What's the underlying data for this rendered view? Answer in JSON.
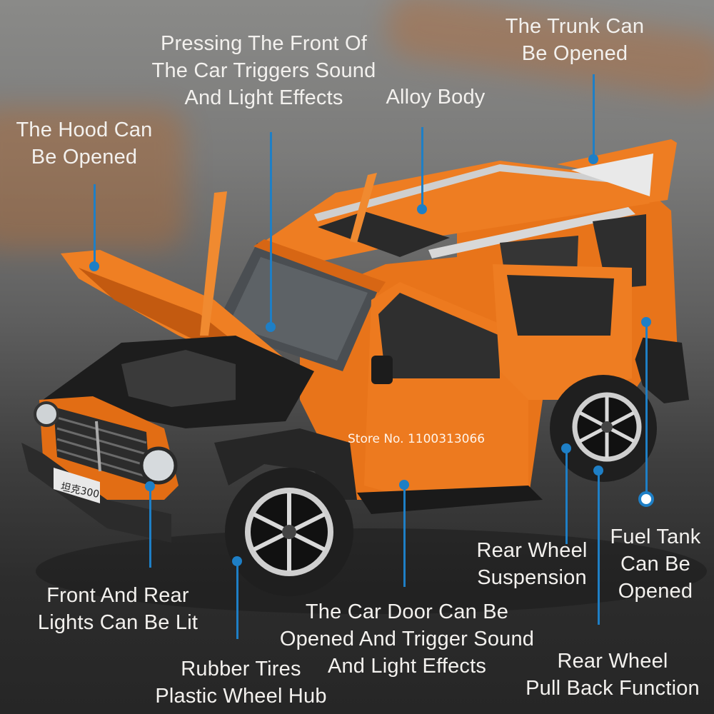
{
  "callouts": {
    "hood": "The Hood Can\nBe Opened",
    "front_press": "Pressing The Front Of\nThe Car Triggers Sound\nAnd Light Effects",
    "alloy": "Alloy Body",
    "trunk": "The Trunk Can\nBe Opened",
    "fuel": "Fuel Tank\nCan Be\nOpened",
    "suspension": "Rear Wheel\nSuspension",
    "pullback": "Rear Wheel\nPull Back Function",
    "door": "The Car Door Can Be\nOpened And Trigger Sound\nAnd Light Effects",
    "tires": "Rubber Tires\nPlastic Wheel Hub",
    "lights": "Front And Rear\nLights Can Be Lit"
  },
  "store_label": "Store No. 1100313066",
  "plate_text": "坦克300",
  "colors": {
    "accent_line": "#1e7fc6",
    "car_orange": "#e8741a",
    "label_text": "#f3f1ee"
  }
}
